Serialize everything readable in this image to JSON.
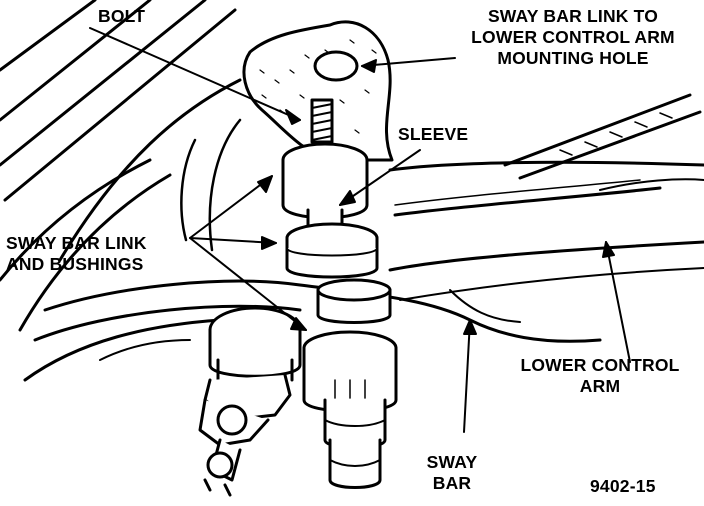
{
  "figure": {
    "labels": {
      "bolt": "BOLT",
      "mount_hole": [
        "SWAY BAR LINK TO",
        "LOWER CONTROL ARM",
        "MOUNTING HOLE"
      ],
      "sleeve": "SLEEVE",
      "link_bushings": [
        "SWAY BAR LINK",
        "AND BUSHINGS"
      ],
      "lower_arm": [
        "LOWER CONTROL",
        "ARM"
      ],
      "sway_bar": [
        "SWAY",
        "BAR"
      ],
      "figure_number": "9402-15"
    },
    "colors": {
      "ink": "#000000",
      "paper": "#ffffff"
    }
  }
}
